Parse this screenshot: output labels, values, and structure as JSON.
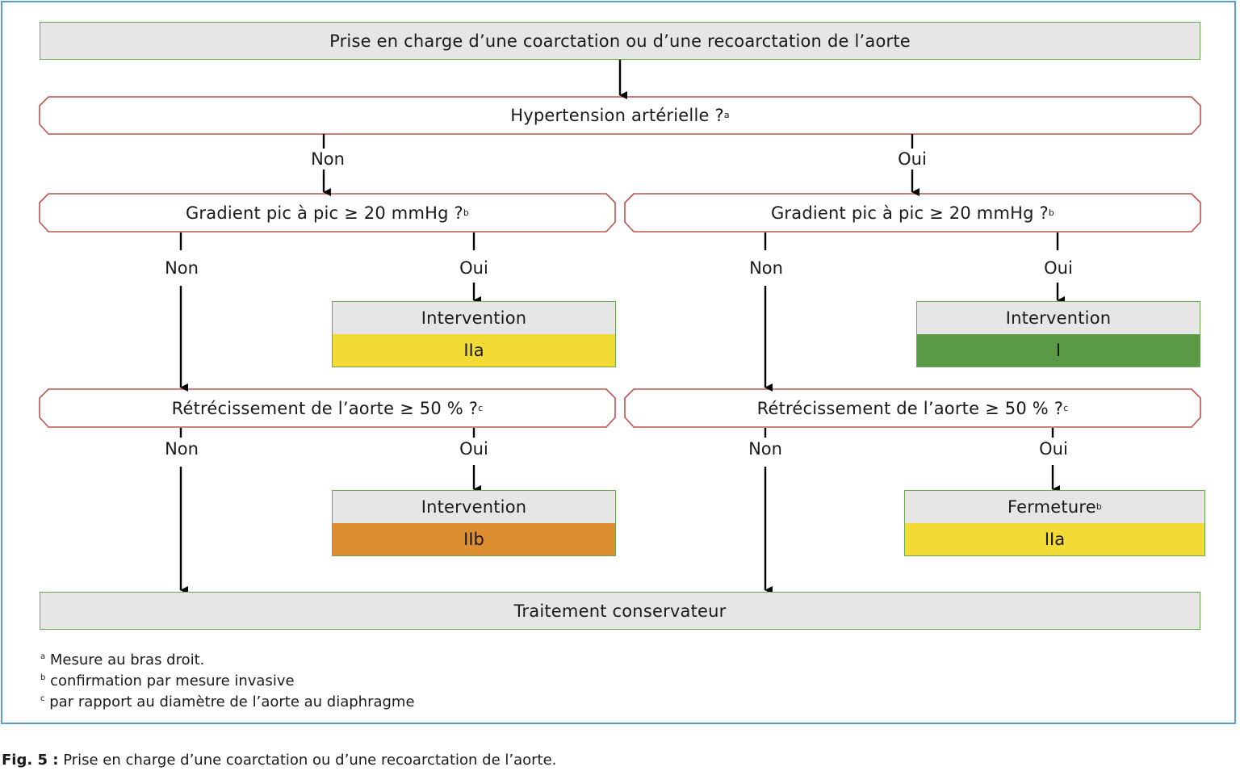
{
  "title": "Prise en charge d’une coarctation ou d’une recoarctation de l’aorte",
  "hypertension": {
    "text": "Hypertension artérielle ?",
    "sup": "a"
  },
  "labels": {
    "no": "Non",
    "yes": "Oui"
  },
  "gradient": {
    "text": "Gradient pic à pic ≥ 20 mmHg ?",
    "sup": "b"
  },
  "narrowing": {
    "text": "Rétrécissement de l’aorte ≥ 50 % ?",
    "sup": "c"
  },
  "outcomes": {
    "left_gradient": {
      "title": "Intervention",
      "class": "IIa",
      "color": "#f2db35"
    },
    "right_gradient": {
      "title": "Intervention",
      "class": "I",
      "color": "#5a9a47"
    },
    "left_narrowing": {
      "title": "Intervention",
      "class": "IIb",
      "color": "#dd8e30"
    },
    "right_narrowing": {
      "title": "Fermeture",
      "title_sup": "b",
      "class": "IIa",
      "color": "#f2db35"
    }
  },
  "conservative": "Traitement conservateur",
  "footnotes": [
    {
      "mark": "a",
      "text": "Mesure au bras droit."
    },
    {
      "mark": "b",
      "text": "confirmation par mesure invasive"
    },
    {
      "mark": "c",
      "text": "par rapport au diamètre de l’aorte au diaphragme"
    }
  ],
  "caption": {
    "label": "Fig. 5 :",
    "text": "Prise en charge d’une coarctation ou d’une recoarctation de l’aorte."
  },
  "colors": {
    "frame": "#5b9bd5",
    "question_border": "#c0504d",
    "box_border": "#6aa84f",
    "box_fill": "#e6e6e6"
  }
}
